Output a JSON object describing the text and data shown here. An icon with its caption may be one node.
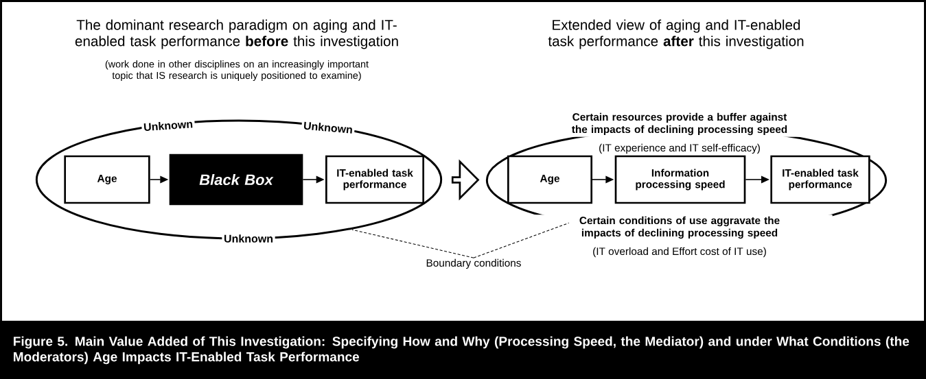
{
  "diagram": {
    "caption": "Figure 5.  Main Value Added of This Investigation:  Specifying How and Why (Processing Speed, the Mediator) and under What Conditions (the Moderators) Age Impacts IT-Enabled Task Performance",
    "nodes": [
      {
        "text": [
          "Unknown",
          "Unknown",
          "Unknown"
        ]
      },
      {
        "text": [
          "Age"
        ],
        "in": 0
      },
      {
        "text": [
          "Black Box"
        ],
        "in": 0
      },
      {
        "text": [
          "IT-enabled task performance"
        ],
        "in": 0
      },
      {
        "text": [
          "Certain resources provide a buffer against the impacts of declining processing speed",
          "(IT experience and IT self-efficacy)",
          "Certain conditions of use aggravate the impacts of declining processing speed",
          "(IT overload and Effort cost of IT use)"
        ]
      },
      {
        "text": [
          "Age"
        ],
        "in": 4
      },
      {
        "text": [
          "Information processing speed"
        ],
        "in": 4
      },
      {
        "text": [
          "IT-enabled task performance"
        ],
        "in": 4
      },
      {
        "text": [
          "Boundary conditions"
        ]
      }
    ],
    "edges": [
      {
        "from": 1,
        "to": 2,
        "arrow": "to"
      },
      {
        "from": 2,
        "to": 3,
        "arrow": "to"
      },
      {
        "from": 0,
        "to": 4,
        "arrow": "to",
        "style": "thick"
      },
      {
        "from": 5,
        "to": 6,
        "arrow": "to"
      },
      {
        "from": 6,
        "to": 7,
        "arrow": "to"
      },
      {
        "from": 8,
        "to": 0,
        "arrow": "none",
        "style": "dashed"
      },
      {
        "from": 8,
        "to": 4,
        "arrow": "none",
        "style": "dashed"
      }
    ],
    "labels": [
      "The dominant research paradigm on aging and IT-enabled task performance **before** this investigation",
      "(work done in other disciplines on an increasingly important topic that IS research is uniquely positioned to examine)",
      "Extended view of aging and IT-enabled task performance **after** this investigation"
    ]
  }
}
